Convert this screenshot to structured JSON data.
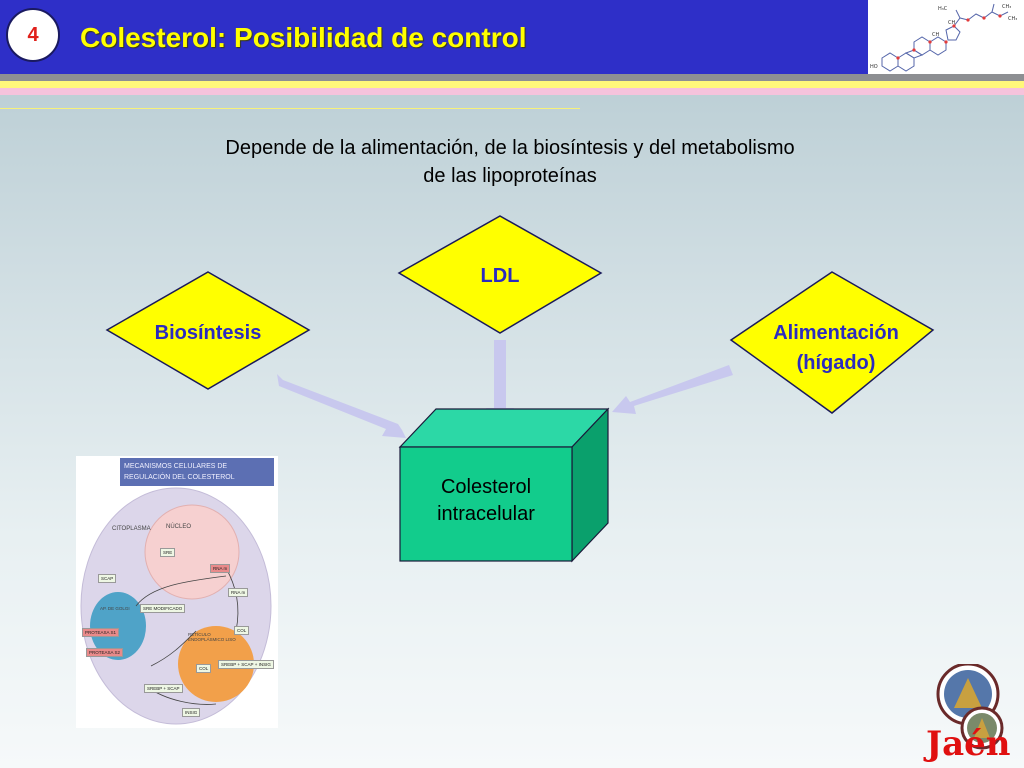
{
  "header": {
    "slide_number": "4",
    "title": "Colesterol: Posibilidad de control"
  },
  "subtitle": {
    "line1": "Depende de la alimentación, de la biosíntesis y del metabolismo",
    "line2": "de las lipoproteínas"
  },
  "nodes": {
    "ldl": "LDL",
    "biosintesis": "Biosíntesis",
    "alimentacion_line1": "Alimentación",
    "alimentacion_line2": "(hígado)",
    "colesterol_line1": "Colesterol",
    "colesterol_line2": "intracelular"
  },
  "thumbnail": {
    "title_line1": "MECANISMOS CELULARES DE",
    "title_line2": "REGULACIÓN DEL COLESTEROL",
    "citoplasma": "CITOPLASMA",
    "nucleo": "NÚCLEO",
    "golgi_line1": "AP. DE GOLGI",
    "reticulo_line1": "RETÍCULO",
    "reticulo_line2": "ENDOPLÁSMICO LISO",
    "scap": "SCAP",
    "proteasa1": "PROTEASA S1",
    "proteasa2": "PROTEASA S2",
    "srebp_scap": "SREBP + SCAP",
    "insig": "INSIG",
    "sre": "SRE",
    "mrna": "RNA m",
    "col": "COL",
    "srebp_modificado": "SRE MODIFICADO",
    "srebp_scap_insig": "SREBP + SCAP + INSIG"
  },
  "colors": {
    "header_bg": "#2e2fc8",
    "title_color": "#ffff00",
    "slide_number_color": "#e0201b",
    "diamond_fill": "#ffff00",
    "node_label_color": "#2b2bc0",
    "cube_fill": "#10cc88",
    "arrow_color": "#c8c8ee"
  }
}
